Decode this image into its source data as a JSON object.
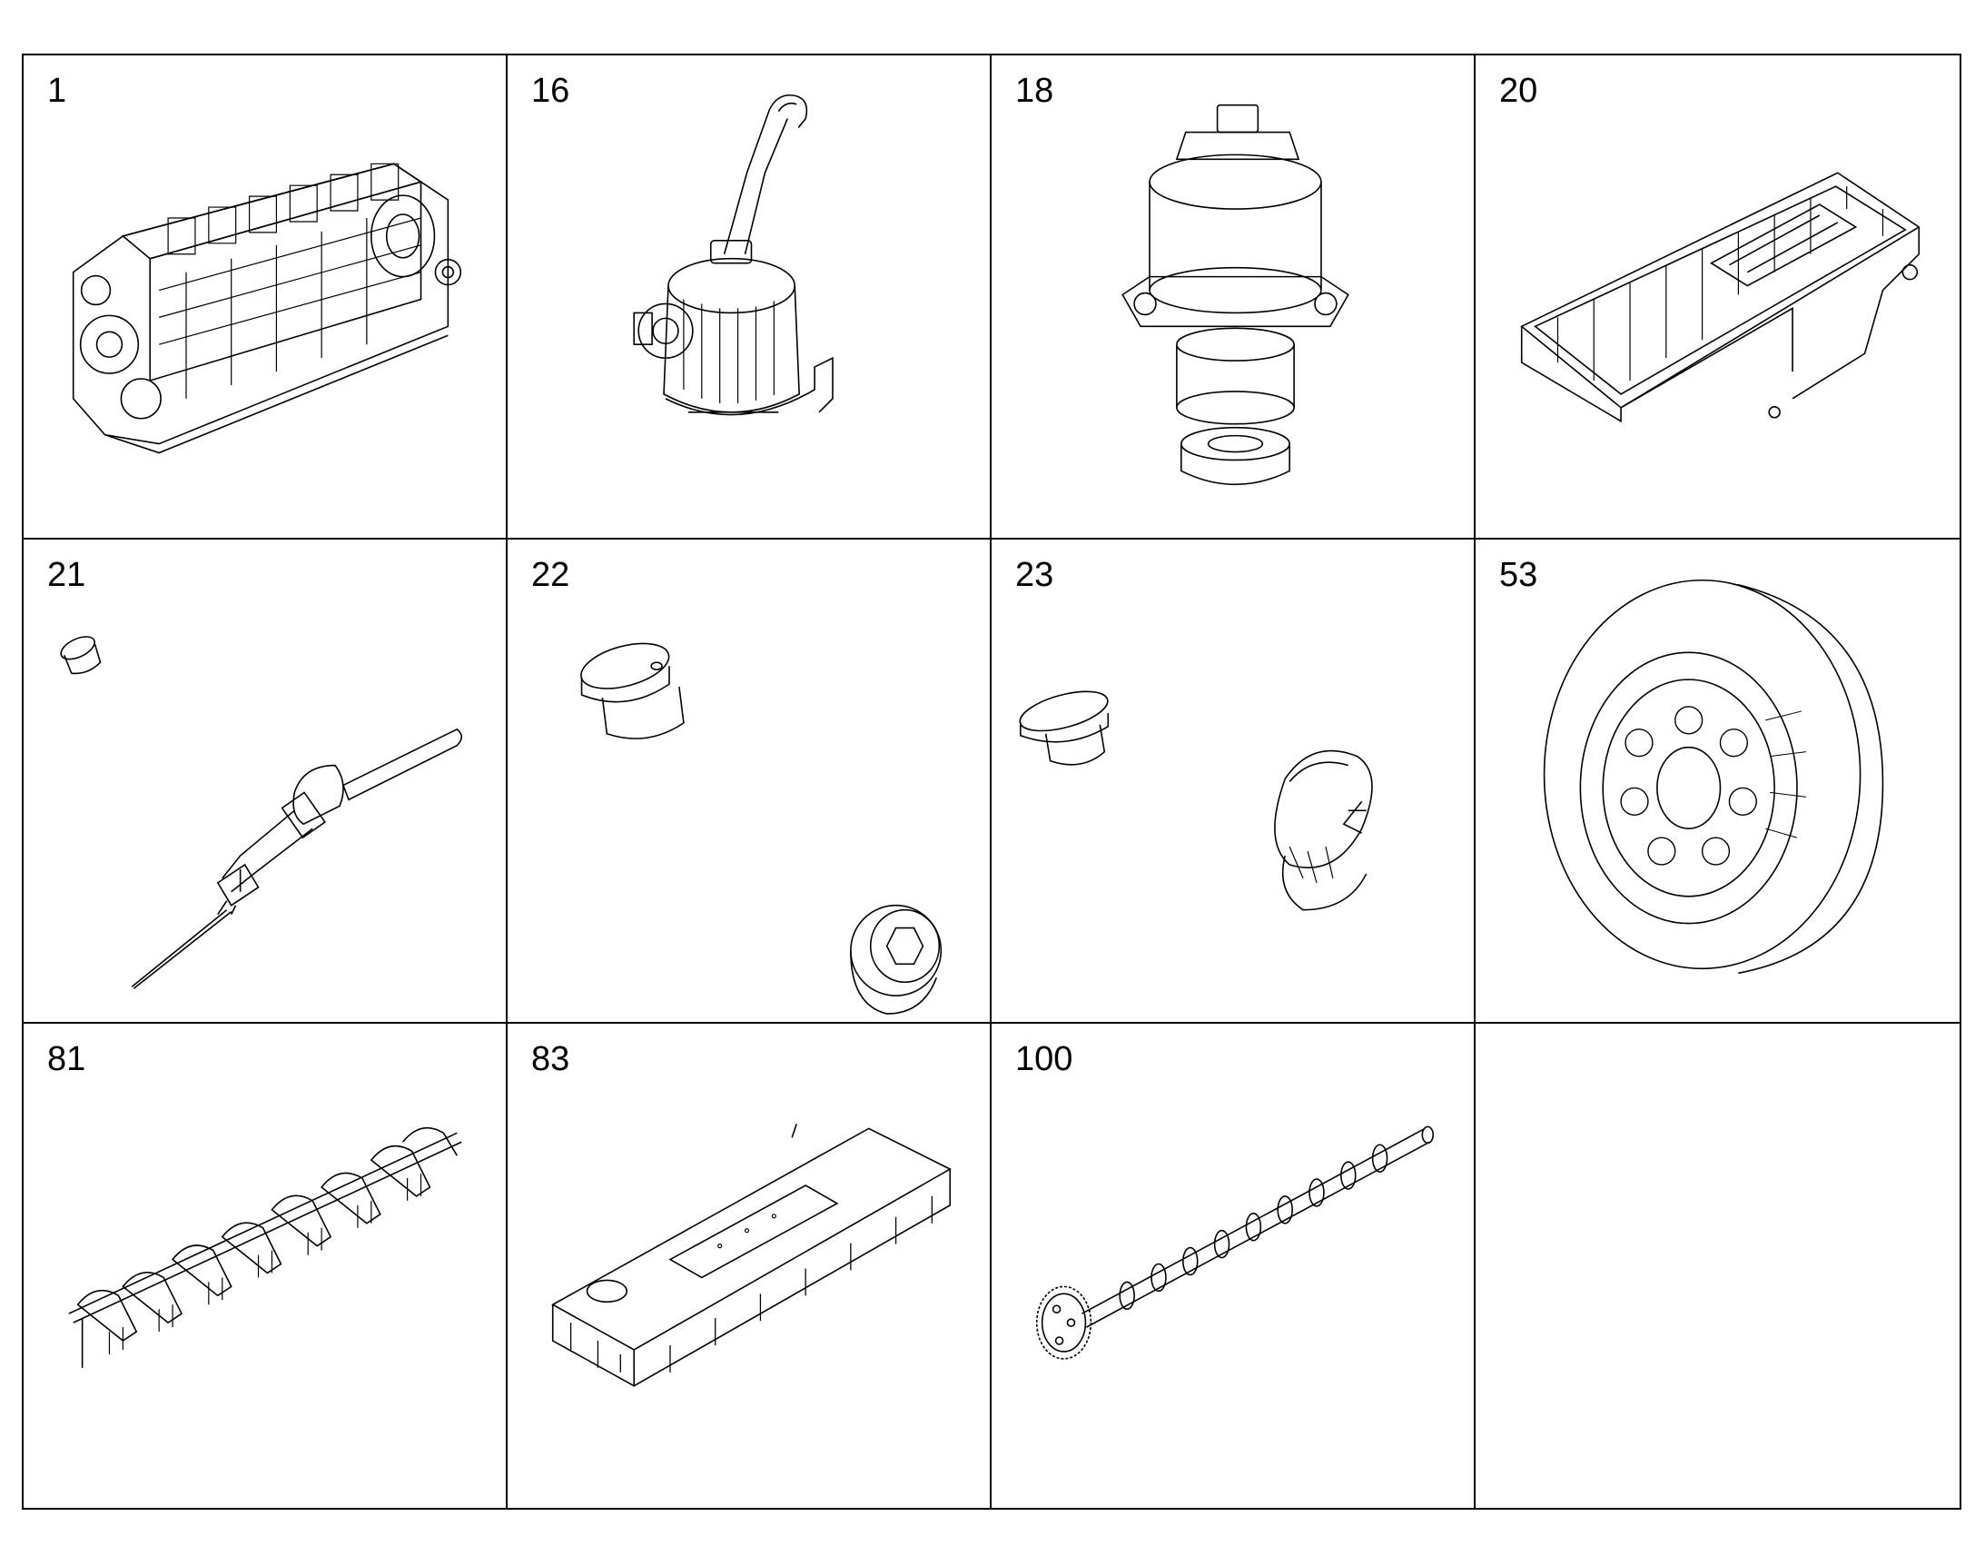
{
  "cells": [
    {
      "number": "1",
      "icon": "engine-block-icon"
    },
    {
      "number": "16",
      "icon": "oil-separator-icon"
    },
    {
      "number": "18",
      "icon": "egr-valve-icon"
    },
    {
      "number": "20",
      "icon": "oil-pan-icon"
    },
    {
      "number": "21",
      "icon": "oil-dipstick-icon"
    },
    {
      "number": "22",
      "icon": "drain-plugs-icon"
    },
    {
      "number": "23",
      "icon": "oil-filler-cap-icon"
    },
    {
      "number": "53",
      "icon": "vibration-damper-icon"
    },
    {
      "number": "81",
      "icon": "rocker-arm-shaft-icon"
    },
    {
      "number": "83",
      "icon": "valve-cover-icon"
    },
    {
      "number": "100",
      "icon": "camshaft-icon"
    },
    {
      "number": "",
      "icon": ""
    }
  ]
}
